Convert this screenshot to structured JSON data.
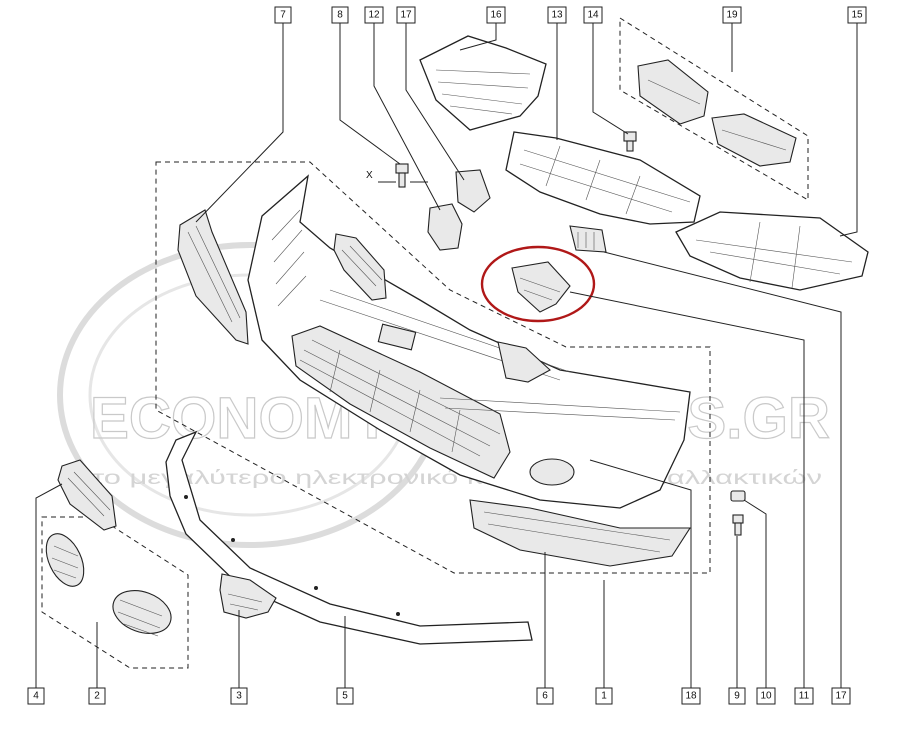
{
  "watermark": {
    "brand": "ECONOMY CARPARTS.GR",
    "slogan": "το μεγαλύτερο ηλεκτρονικό κατάστημα ανταλλακτικών"
  },
  "dimension_label": "X",
  "colors": {
    "ink": "#222222",
    "highlight_ring": "#b01818",
    "watermark": "#c9c9c9"
  },
  "callouts": [
    {
      "id": "c7",
      "label": "7"
    },
    {
      "id": "c8",
      "label": "8"
    },
    {
      "id": "c12",
      "label": "12"
    },
    {
      "id": "c17top",
      "label": "17"
    },
    {
      "id": "c16",
      "label": "16"
    },
    {
      "id": "c13",
      "label": "13"
    },
    {
      "id": "c14",
      "label": "14"
    },
    {
      "id": "c19",
      "label": "19"
    },
    {
      "id": "c15",
      "label": "15"
    },
    {
      "id": "c4",
      "label": "4"
    },
    {
      "id": "c2",
      "label": "2"
    },
    {
      "id": "c3",
      "label": "3"
    },
    {
      "id": "c5",
      "label": "5"
    },
    {
      "id": "c6",
      "label": "6"
    },
    {
      "id": "c1",
      "label": "1"
    },
    {
      "id": "c18",
      "label": "18"
    },
    {
      "id": "c9",
      "label": "9"
    },
    {
      "id": "c10",
      "label": "10"
    },
    {
      "id": "c11",
      "label": "11"
    },
    {
      "id": "c17bot",
      "label": "17"
    }
  ]
}
